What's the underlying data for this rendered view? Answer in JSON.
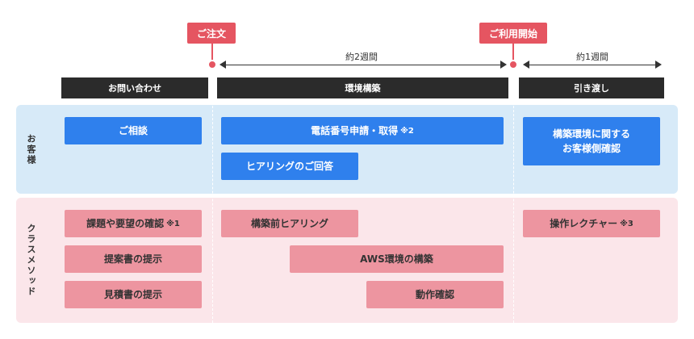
{
  "milestones": {
    "order": "ご注文",
    "start": "ご利用開始"
  },
  "durations": {
    "build": "約2週間",
    "handover": "約1週間"
  },
  "phases": {
    "inquiry": "お問い合わせ",
    "build": "環境構築",
    "handover": "引き渡し"
  },
  "lanes": {
    "customer": "お客様",
    "classmethod": "クラスメソッド"
  },
  "tasks": {
    "consultation": "ご相談",
    "phone_apply": "電話番号申請・取得",
    "phone_apply_note": "※2",
    "hearing_answer": "ヒアリングのご回答",
    "confirm_env": "構築環境に関する\nお客様側確認",
    "issue_confirm": "課題や要望の確認",
    "issue_confirm_note": "※1",
    "proposal": "提案書の提示",
    "estimate": "見積書の提示",
    "pre_hearing": "構築前ヒアリング",
    "aws_build": "AWS環境の構築",
    "op_check": "動作確認",
    "lecture": "操作レクチャー",
    "lecture_note": "※3"
  },
  "colors": {
    "milestone": "#e55561",
    "phase_bar": "#2b2b2b",
    "customer_lane": "#d7eaf8",
    "classmethod_lane": "#fbe6ea",
    "customer_task": "#2f80ed",
    "classmethod_task": "#ed95a0"
  }
}
